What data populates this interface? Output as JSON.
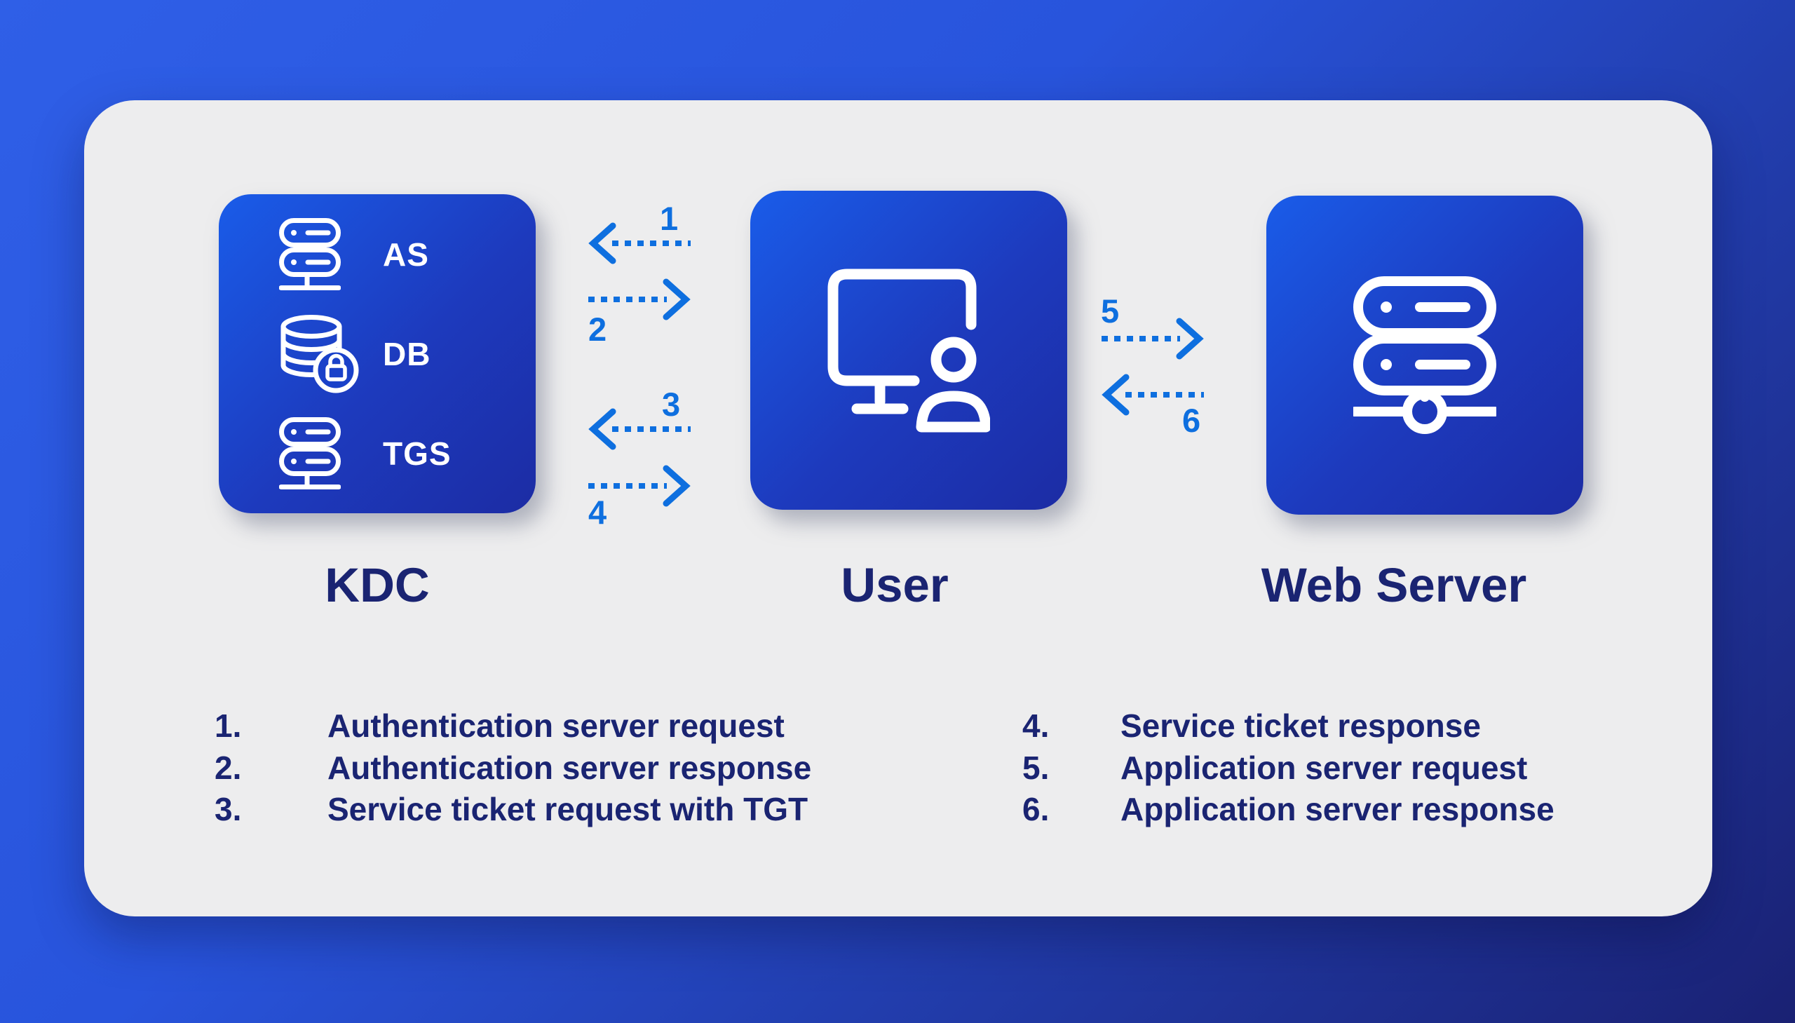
{
  "nodes": {
    "kdc": {
      "title": "KDC",
      "items": [
        {
          "label": "AS"
        },
        {
          "label": "DB"
        },
        {
          "label": "TGS"
        }
      ]
    },
    "user": {
      "title": "User"
    },
    "web_server": {
      "title": "Web Server"
    }
  },
  "arrows": [
    {
      "label": "1",
      "direction": "left"
    },
    {
      "label": "2",
      "direction": "right"
    },
    {
      "label": "3",
      "direction": "left"
    },
    {
      "label": "4",
      "direction": "right"
    },
    {
      "label": "5",
      "direction": "right"
    },
    {
      "label": "6",
      "direction": "left"
    }
  ],
  "legend": {
    "left": [
      {
        "num": "1.",
        "text": "Authentication server request"
      },
      {
        "num": "2.",
        "text": "Authentication server response"
      },
      {
        "num": "3.",
        "text": "Service ticket request with TGT"
      }
    ],
    "right": [
      {
        "num": "4.",
        "text": "Service ticket response"
      },
      {
        "num": "5.",
        "text": "Application server request"
      },
      {
        "num": "6.",
        "text": "Application server response"
      }
    ]
  },
  "colors": {
    "background_start": "#2F5FE7",
    "background_end": "#1A2173",
    "panel": "#EDEDEE",
    "box_gradient_start": "#1A5CE9",
    "box_gradient_end": "#1C2CA4",
    "arrow_accent": "#0E6FDF",
    "text_navy": "#1A2472",
    "icon_stroke": "#FFFFFF"
  }
}
